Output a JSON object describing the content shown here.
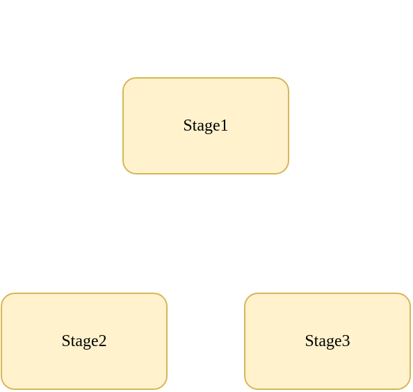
{
  "diagram": {
    "nodes": [
      {
        "label": "Stage1",
        "fill": "#fff2cc",
        "stroke": "#d6b656"
      },
      {
        "label": "Stage2",
        "fill": "#fff2cc",
        "stroke": "#d6b656"
      },
      {
        "label": "Stage3",
        "fill": "#fff2cc",
        "stroke": "#d6b656"
      }
    ]
  }
}
